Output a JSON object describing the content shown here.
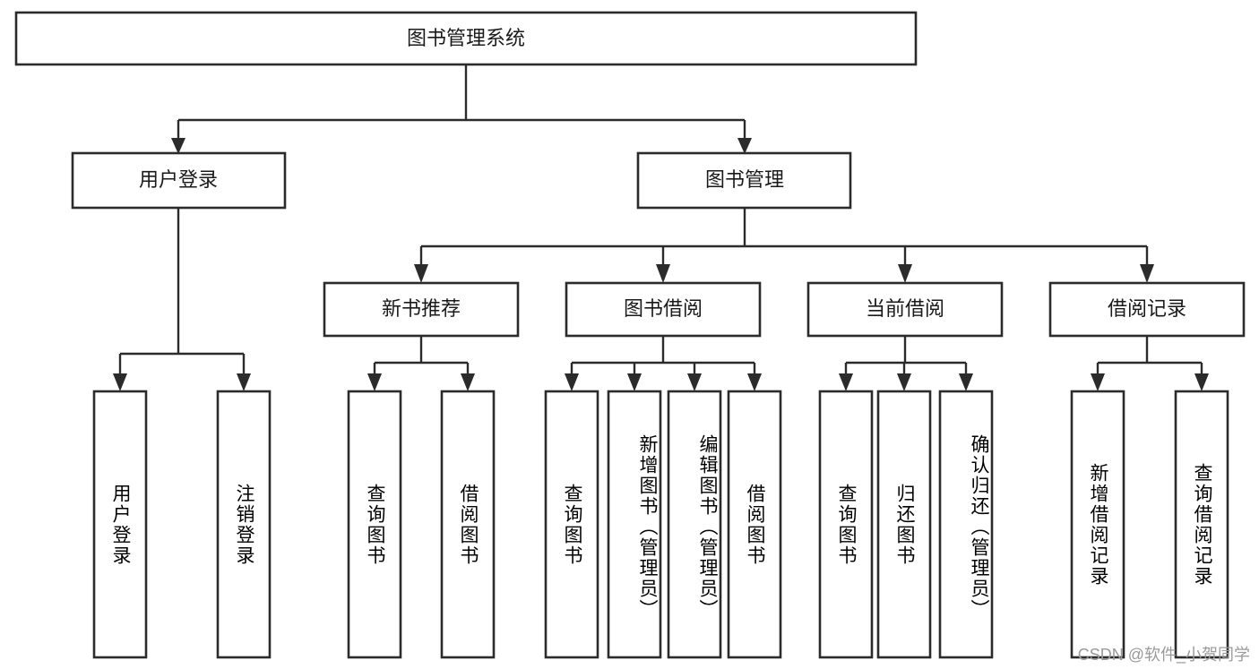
{
  "diagram": {
    "type": "tree-hierarchy-chart",
    "title": "图书管理系统",
    "orientation": "top-down",
    "colors": {
      "box_stroke": "#2b2b2b",
      "box_fill": "#ffffff",
      "connector": "#2b2b2b",
      "text": "#1a1a1a",
      "background": "#ffffff",
      "watermark": "#9a9a9a"
    }
  },
  "watermark": {
    "text": "CSDN @软件_小贺同学"
  },
  "nodes": {
    "root": {
      "label": "图书管理系统"
    },
    "level2": [
      {
        "id": "user-login",
        "label": "用户登录"
      },
      {
        "id": "book-management",
        "label": "图书管理"
      }
    ],
    "level3": [
      {
        "id": "new-book-recommend",
        "label": "新书推荐"
      },
      {
        "id": "book-borrow",
        "label": "图书借阅"
      },
      {
        "id": "current-borrow",
        "label": "当前借阅"
      },
      {
        "id": "borrow-record",
        "label": "借阅记录"
      }
    ],
    "leaves": {
      "user-login": [
        {
          "id": "leaf-user-login",
          "label": "用户登录"
        },
        {
          "id": "leaf-logout-login",
          "label": "注销登录"
        }
      ],
      "new-book-recommend": [
        {
          "id": "leaf-query-book-1",
          "label": "查询图书"
        },
        {
          "id": "leaf-borrow-book-1",
          "label": "借阅图书"
        }
      ],
      "book-borrow": [
        {
          "id": "leaf-query-book-2",
          "label": "查询图书"
        },
        {
          "id": "leaf-add-book",
          "label": "新增图书（管理员）"
        },
        {
          "id": "leaf-edit-book",
          "label": "编辑图书（管理员）"
        },
        {
          "id": "leaf-borrow-book-2",
          "label": "借阅图书"
        }
      ],
      "current-borrow": [
        {
          "id": "leaf-query-book-3",
          "label": "查询图书"
        },
        {
          "id": "leaf-return-book",
          "label": "归还图书"
        },
        {
          "id": "leaf-confirm-return",
          "label": "确认归还（管理员）"
        }
      ],
      "borrow-record": [
        {
          "id": "leaf-add-record",
          "label": "新增借阅记录"
        },
        {
          "id": "leaf-query-record",
          "label": "查询借阅记录"
        }
      ]
    }
  }
}
